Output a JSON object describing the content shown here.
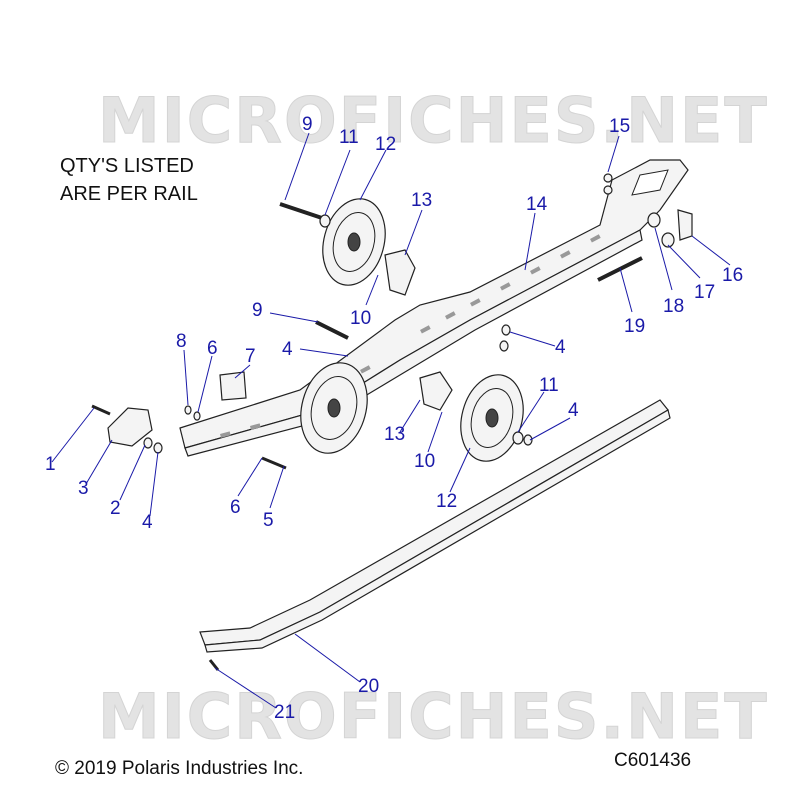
{
  "watermark": "MICROFICHES.NET",
  "note": {
    "line1": "QTY'S LISTED",
    "line2": "ARE PER RAIL"
  },
  "copyright": "© 2019 Polaris Industries Inc.",
  "figure_code": "C601436",
  "callouts": [
    "9",
    "11",
    "12",
    "13",
    "14",
    "15",
    "16",
    "17",
    "18",
    "19",
    "9",
    "10",
    "8",
    "6",
    "7",
    "4",
    "4",
    "1",
    "3",
    "2",
    "4",
    "6",
    "5",
    "13",
    "10",
    "12",
    "11",
    "4",
    "20",
    "21"
  ]
}
